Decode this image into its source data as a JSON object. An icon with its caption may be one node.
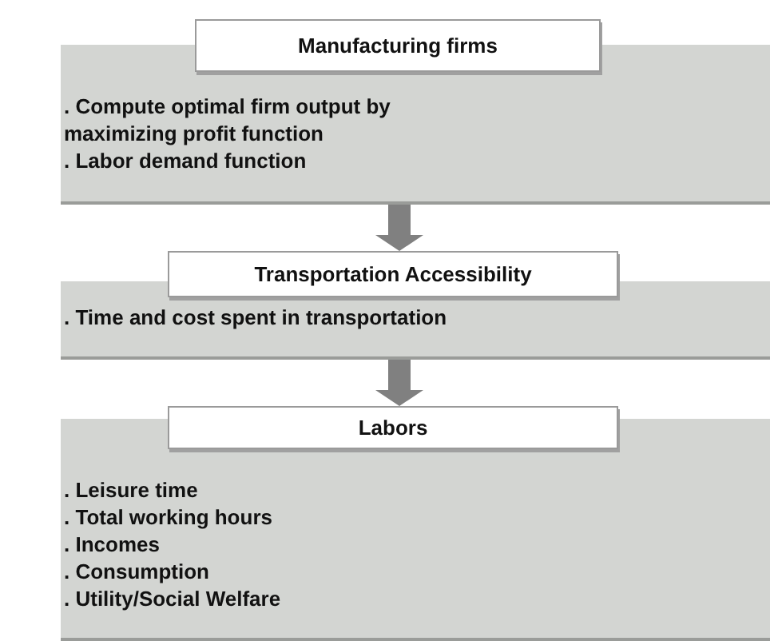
{
  "diagram": {
    "nodes": [
      {
        "text": [
          "Manufacturing firms",
          ". Compute optimal firm output by maximizing profit function",
          ". Labor demand function"
        ]
      },
      {
        "text": [
          "Transportation Accessibility",
          ". Time and cost spent in transportation"
        ]
      },
      {
        "text": [
          "Labors",
          ". Leisure time",
          ". Total working hours",
          ". Incomes",
          ". Consumption",
          ". Utility/Social Welfare"
        ]
      }
    ],
    "edges": [
      {
        "from": 0,
        "to": 1,
        "arrow": "to",
        "style": "thick",
        "color": "#808080"
      },
      {
        "from": 1,
        "to": 2,
        "arrow": "to",
        "style": "thick",
        "color": "#808080"
      }
    ]
  }
}
